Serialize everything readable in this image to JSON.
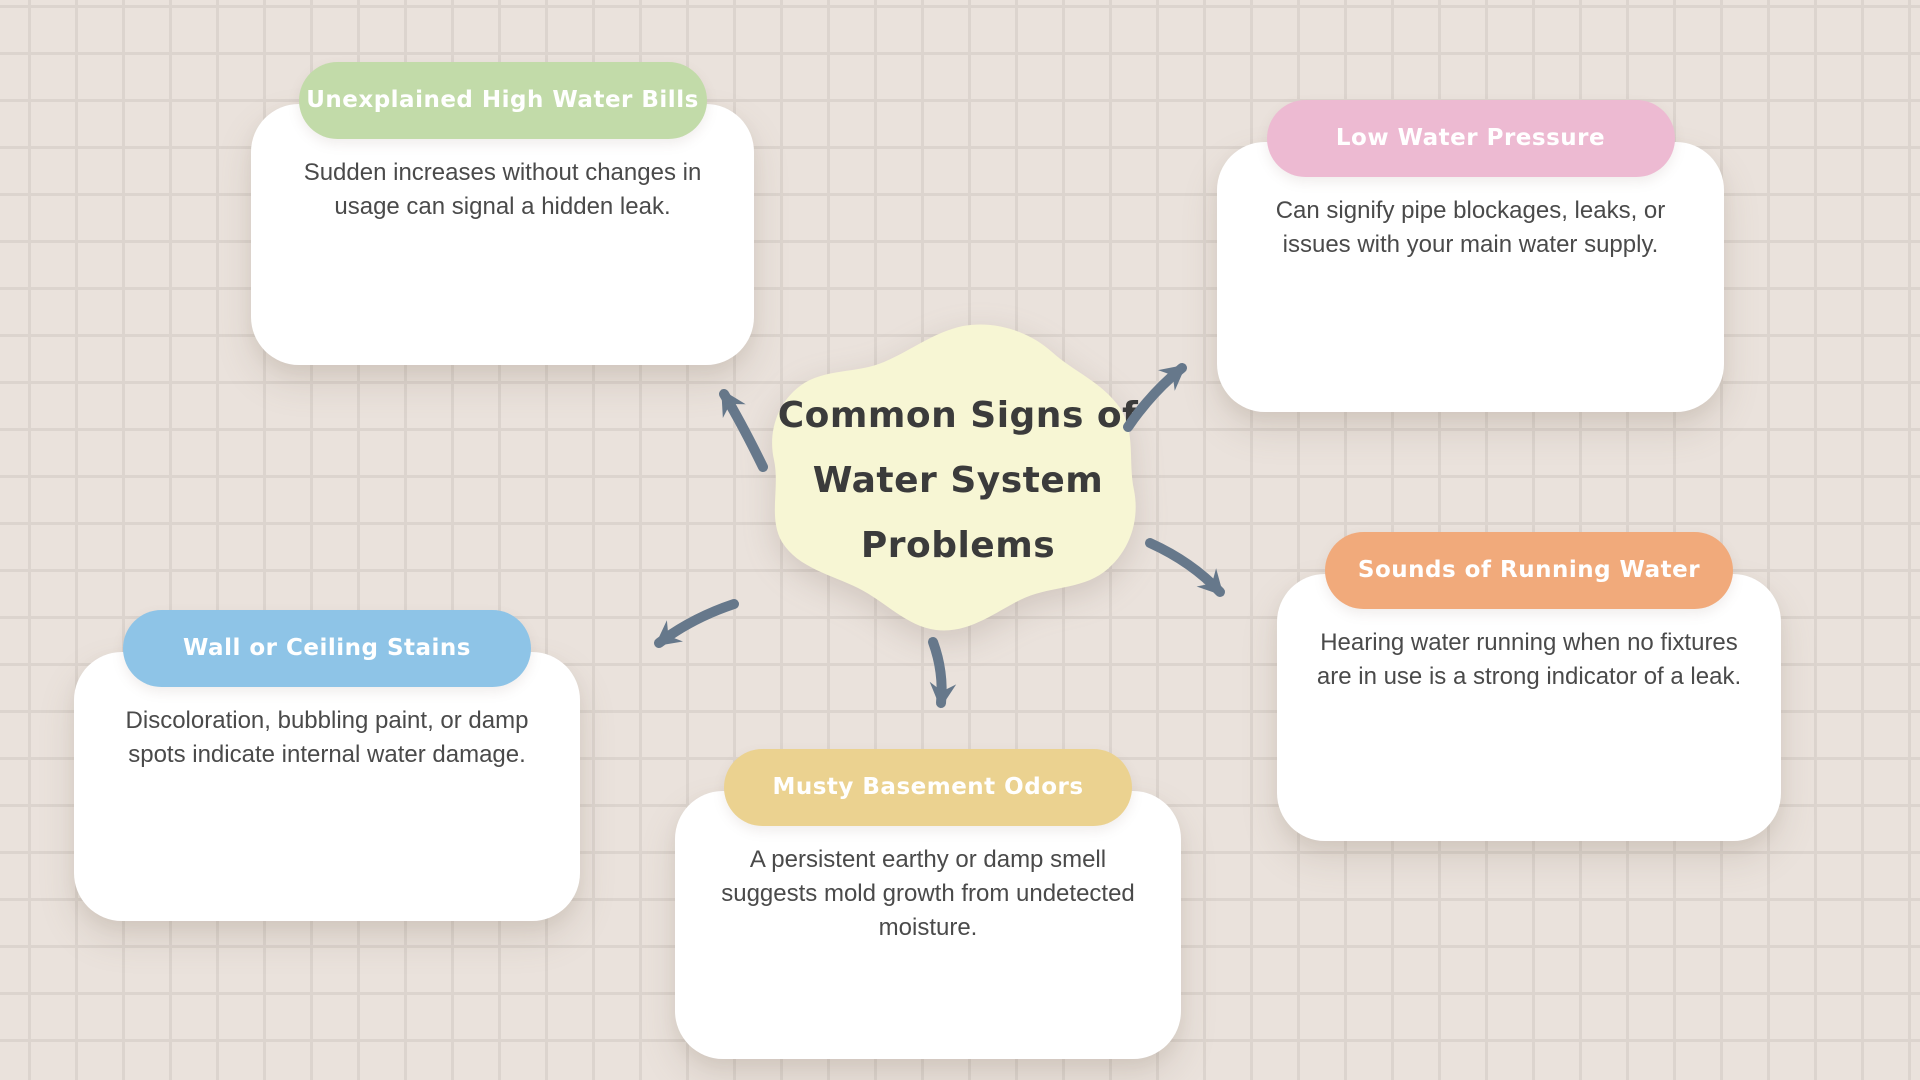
{
  "colors": {
    "background": "#eae2dc",
    "grid_line": "#dcd4ce",
    "card_background": "#ffffff",
    "blob": "#f7f6d4",
    "arrow": "#66788b",
    "title_text": "#3b3b3b",
    "body_text": "#4a4a4a",
    "pill_text": "#ffffff"
  },
  "center": {
    "title": "Common Signs of\nWater System\nProblems"
  },
  "cards": [
    {
      "header": "Unexplained High Water Bills",
      "header_color": "#c2dba9",
      "body": "Sudden increases without changes in\nusage can signal a hidden leak."
    },
    {
      "header": "Low Water Pressure",
      "header_color": "#edbad2",
      "body": "Can signify pipe blockages, leaks, or\nissues with your main water supply."
    },
    {
      "header": "Wall or Ceiling Stains",
      "header_color": "#8ec4e7",
      "body": "Discoloration, bubbling paint, or damp\nspots indicate internal water damage."
    },
    {
      "header": "Musty Basement Odors",
      "header_color": "#ebd290",
      "body": "A persistent earthy or damp smell\nsuggests mold growth from undetected\nmoisture."
    },
    {
      "header": "Sounds of Running Water",
      "header_color": "#f1aa7b",
      "body": "Hearing water running when no fixtures\nare in use is a strong indicator of a leak."
    }
  ]
}
